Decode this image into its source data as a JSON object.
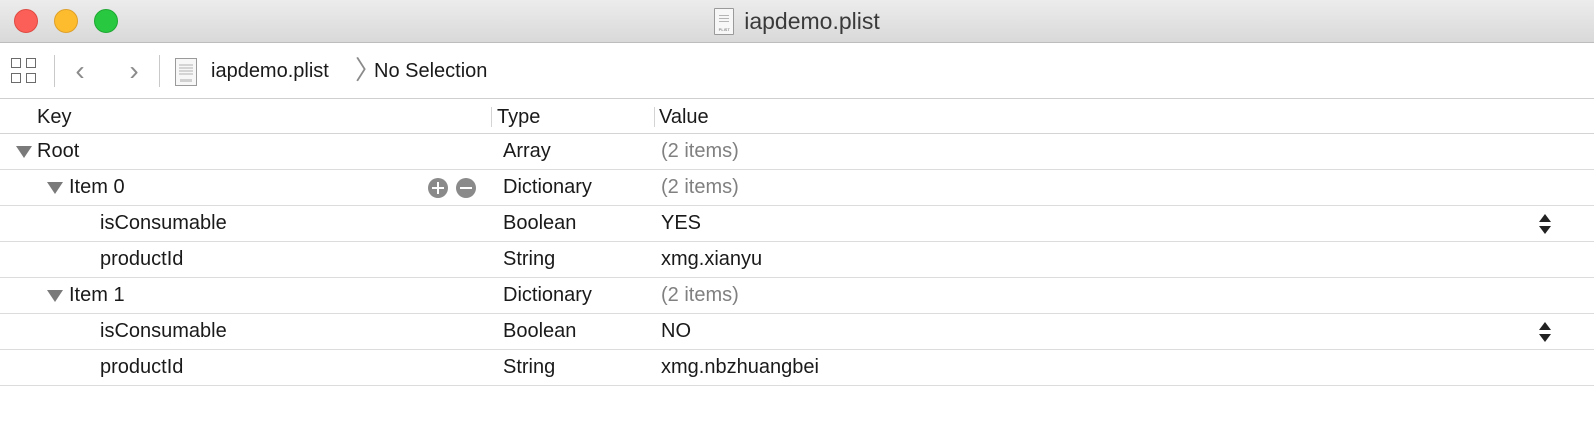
{
  "window": {
    "title": "iapdemo.plist"
  },
  "jumpbar": {
    "file": "iapdemo.plist",
    "selection": "No Selection"
  },
  "columns": {
    "key": "Key",
    "type": "Type",
    "value": "Value"
  },
  "rows": [
    {
      "key": "Root",
      "type": "Array",
      "value": "(2 items)"
    },
    {
      "key": "Item 0",
      "type": "Dictionary",
      "value": "(2 items)"
    },
    {
      "key": "isConsumable",
      "type": "Boolean",
      "value": "YES"
    },
    {
      "key": "productId",
      "type": "String",
      "value": "xmg.xianyu"
    },
    {
      "key": "Item 1",
      "type": "Dictionary",
      "value": "(2 items)"
    },
    {
      "key": "isConsumable",
      "type": "Boolean",
      "value": "NO"
    },
    {
      "key": "productId",
      "type": "String",
      "value": "xmg.nbzhuangbei"
    }
  ],
  "icons": {
    "close": "close-button-icon",
    "minimize": "minimize-button-icon",
    "zoom": "zoom-button-icon",
    "related": "related-items-grid-icon",
    "back": "chevron-left-icon",
    "forward": "chevron-right-icon",
    "file": "plist-file-icon",
    "disclosure": "disclosure-triangle-down-icon",
    "add": "plus-circle-icon",
    "remove": "minus-circle-icon",
    "stepper": "up-down-stepper-icon"
  },
  "colors": {
    "close": "#fc5f57",
    "minimize": "#fdbc2e",
    "zoom": "#28c840"
  }
}
